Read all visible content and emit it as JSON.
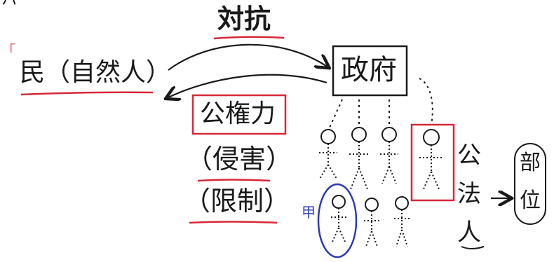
{
  "header_fragment": "ハ",
  "nodes": {
    "people": {
      "marker": "「",
      "label": "民（自然人）"
    },
    "government": {
      "label": "政府"
    },
    "departments": {
      "line1": "部",
      "line2": "位"
    }
  },
  "relations": {
    "confrontation": "対抗",
    "public_power": "公権力",
    "infringement": "（侵害）",
    "restriction": "（限制）"
  },
  "public_legal_person": {
    "char1": "公",
    "char2": "法",
    "char3": "人"
  },
  "highlighted_person": {
    "label": "甲"
  },
  "colors": {
    "ink": "#1a1a1a",
    "red": "#d62839",
    "blue": "#2a3bb0",
    "pink": "#e05a6a"
  }
}
